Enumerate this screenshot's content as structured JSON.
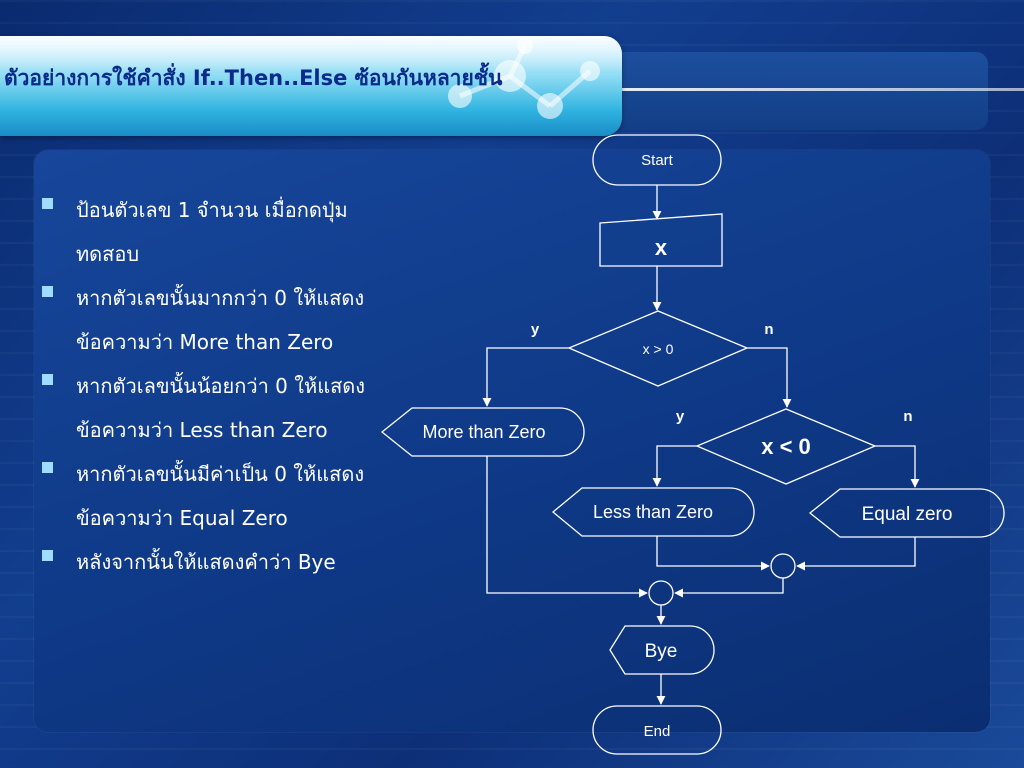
{
  "title": "ตัวอย่างการใช้คำสั่ง If..Then..Else ซ้อนกันหลายชั้น",
  "bullets": [
    {
      "line1": "ป้อนตัวเลข 1 จำนวน เมื่อกดปุ่ม",
      "line2": "ทดสอบ"
    },
    {
      "line1": "หากตัวเลขนั้นมากกว่า 0 ให้แสดง",
      "line2": "ข้อความว่า More than Zero"
    },
    {
      "line1": "หากตัวเลขนั้นน้อยกว่า 0 ให้แสดง",
      "line2": "ข้อความว่า Less than Zero"
    },
    {
      "line1": "หากตัวเลขนั้นมีค่าเป็น 0 ให้แสดง",
      "line2": "ข้อความว่า Equal Zero"
    },
    {
      "line1": "หลังจากนั้นให้แสดงคำว่า Bye",
      "line2": ""
    }
  ],
  "flowchart": {
    "start": "Start",
    "input": "x",
    "decision1": "x > 0",
    "d1_yes": "y",
    "d1_no": "n",
    "more": "More than Zero",
    "decision2": "x < 0",
    "d2_yes": "y",
    "d2_no": "n",
    "less": "Less than Zero",
    "equal": "Equal zero",
    "bye": "Bye",
    "end": "End"
  },
  "colors": {
    "title_text": "#0b2a8a",
    "flow_stroke": "#ffffff",
    "bullet_mark": "#9fdcff"
  }
}
